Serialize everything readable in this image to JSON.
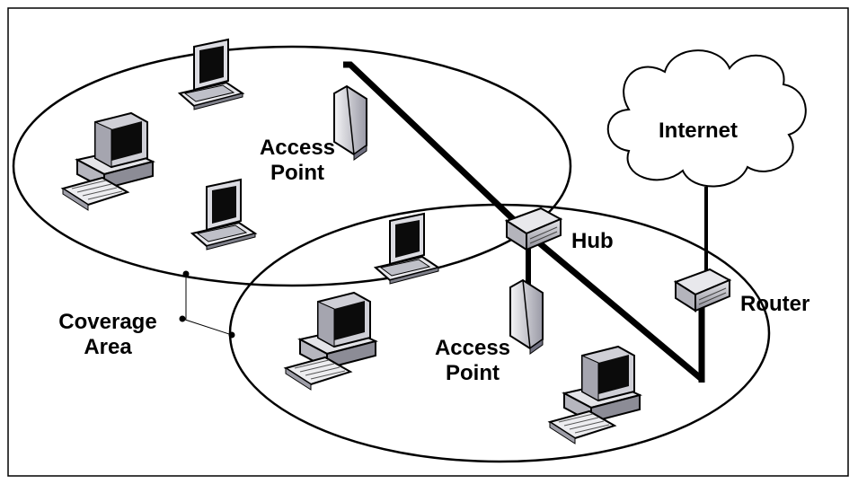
{
  "diagram": {
    "labels": {
      "access_point_1_line1": "Access",
      "access_point_1_line2": "Point",
      "access_point_2_line1": "Access",
      "access_point_2_line2": "Point",
      "hub": "Hub",
      "router": "Router",
      "internet": "Internet",
      "coverage_line1": "Coverage",
      "coverage_line2": "Area"
    }
  }
}
